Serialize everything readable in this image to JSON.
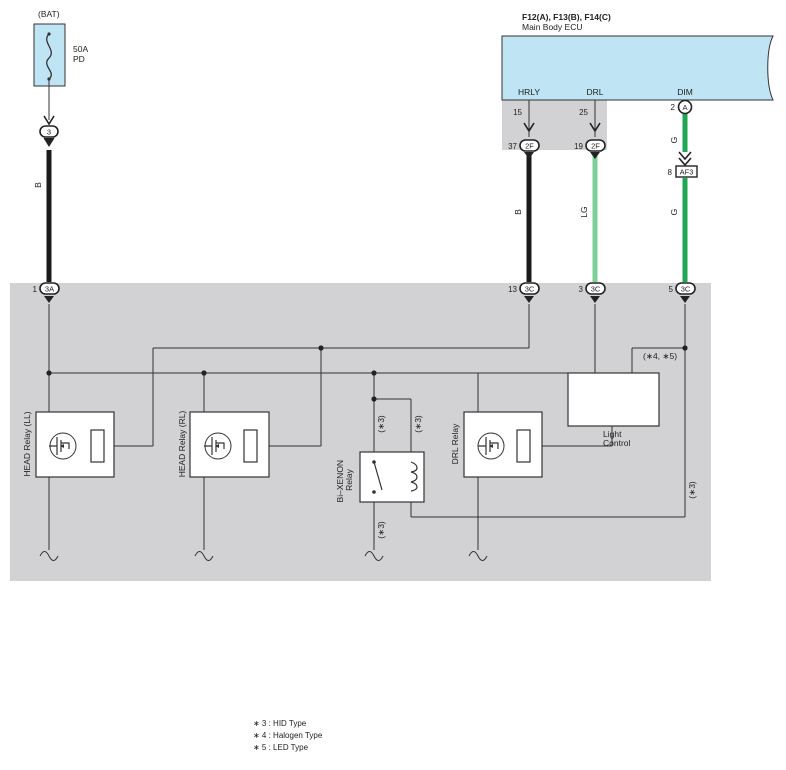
{
  "battery": {
    "source": "(BAT)",
    "fuse_rating": "50A",
    "fuse_name": "PD",
    "connector": "3"
  },
  "ecu": {
    "title": "F12(A), F13(B), F14(C)",
    "name": "Main Body ECU",
    "pins": [
      {
        "label": "HRLY",
        "number": "15"
      },
      {
        "label": "DRL",
        "number": "25"
      },
      {
        "label": "DIM",
        "number": "2",
        "connector": "A"
      }
    ]
  },
  "wires": {
    "bat": {
      "color_code": "B",
      "hex": "#1a1a1a"
    },
    "hrly": {
      "color_code": "B",
      "hex": "#1a1a1a"
    },
    "drl": {
      "color_code": "LG",
      "hex": "#7fcf98"
    },
    "dim": {
      "color_code": "G",
      "color_code_2": "G",
      "hex": "#1fa653"
    }
  },
  "junctions": {
    "hrly_2f": {
      "pin": "37",
      "connector": "2F"
    },
    "drl_2f": {
      "pin": "19",
      "connector": "2F"
    },
    "dim_af3": {
      "pin": "8",
      "connector": "AF3"
    }
  },
  "lamp_block": {
    "connectors": [
      {
        "pin": "1",
        "connector": "3A"
      },
      {
        "pin": "13",
        "connector": "3C"
      },
      {
        "pin": "3",
        "connector": "3C"
      },
      {
        "pin": "5",
        "connector": "3C"
      }
    ],
    "relays": {
      "head_ll": "HEAD Relay (LL)",
      "head_rl": "HEAD Relay (RL)",
      "bixenon": "Bi–XENON\nRelay",
      "drl": "DRL Relay"
    },
    "light_control": "Light\nControl",
    "notes": {
      "n3a": "(∗3)",
      "n3b": "(∗3)",
      "n3c": "(∗3)",
      "n3d": "(∗3)",
      "n45": "(∗4, ∗5)"
    }
  },
  "legend": [
    "∗ 3 : HID Type",
    "∗ 4 : Halogen Type",
    "∗ 5 : LED Type"
  ]
}
